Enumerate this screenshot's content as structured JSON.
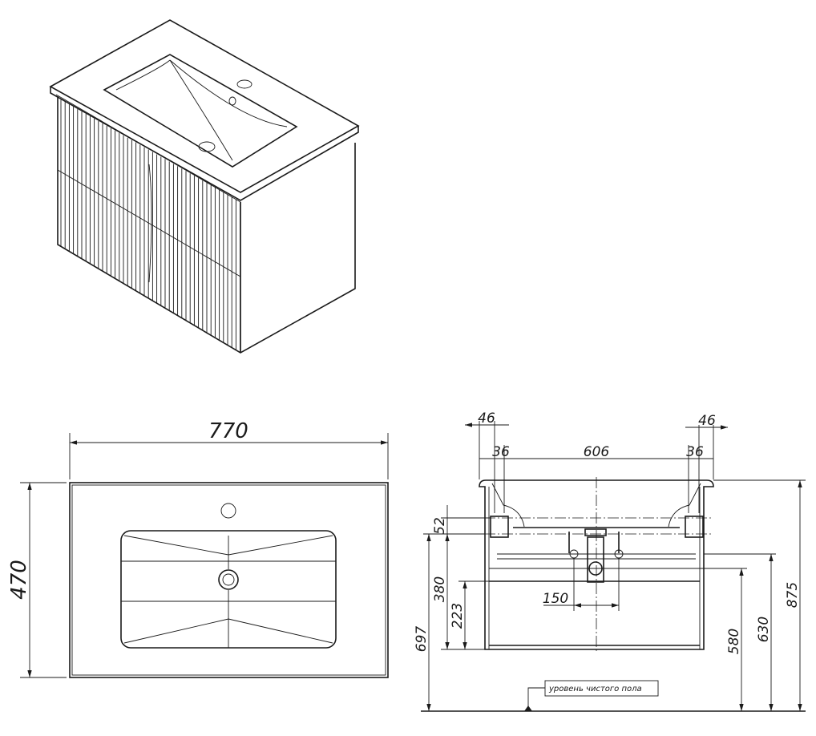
{
  "plan_view": {
    "width_label": "770",
    "depth_label": "470"
  },
  "front_view": {
    "dims": {
      "top_left_offset": "46",
      "top_right_offset": "46",
      "left_inner": "36",
      "right_inner": "36",
      "mount_span": "606",
      "bracket_height": "52",
      "height_697": "697",
      "height_380": "380",
      "height_223": "223",
      "drain_spacing": "150",
      "height_580": "580",
      "height_630": "630",
      "height_875": "875"
    },
    "floor_label": "уровень чистого пола"
  }
}
